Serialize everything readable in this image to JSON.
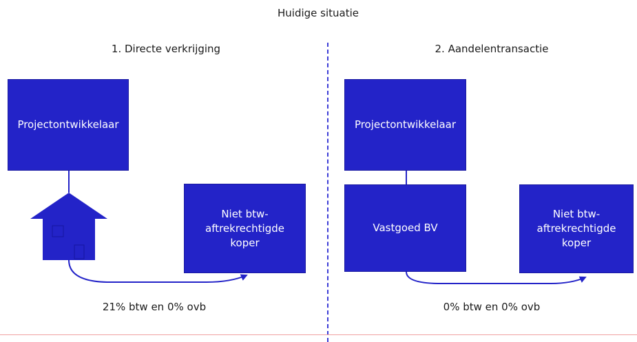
{
  "header": {
    "title": "Huidige situatie"
  },
  "left": {
    "heading": "1. Directe verkrijging",
    "developer_label": "Projectontwikkelaar",
    "buyer_label_line1": "Niet btw-",
    "buyer_label_line2": "aftrekrechtigde",
    "buyer_label_line3": "koper",
    "tax_text": "21% btw en 0% ovb"
  },
  "right": {
    "heading": "2. Aandelentransactie",
    "developer_label": "Projectontwikkelaar",
    "bv_label": "Vastgoed BV",
    "buyer_label_line1": "Niet btw-",
    "buyer_label_line2": "aftrekrechtigde",
    "buyer_label_line3": "koper",
    "tax_text": "0% btw en 0% ovb"
  },
  "colors": {
    "box": "#2323c8",
    "divider": "#3b3bd6"
  }
}
